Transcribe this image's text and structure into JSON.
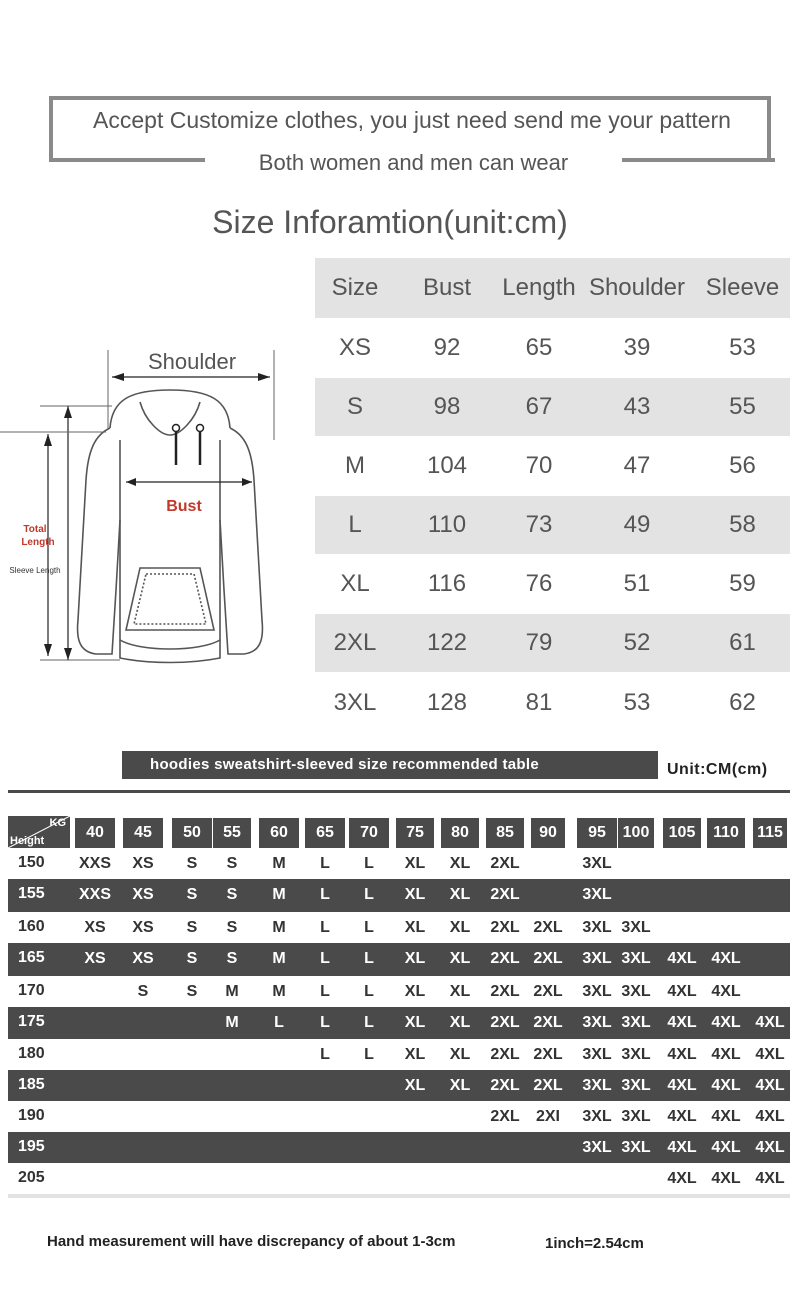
{
  "notice": {
    "line1": "Accept Customize clothes, you just need send me your pattern",
    "line2": "Both women and men can wear"
  },
  "size_info": {
    "title": "Size Inforamtion(unit:cm)",
    "headers": [
      "Size",
      "Bust",
      "Length",
      "Shoulder",
      "Sleeve"
    ],
    "rows": [
      [
        "XS",
        "92",
        "65",
        "39",
        "53"
      ],
      [
        "S",
        "98",
        "67",
        "43",
        "55"
      ],
      [
        "M",
        "104",
        "70",
        "47",
        "56"
      ],
      [
        "L",
        "110",
        "73",
        "49",
        "58"
      ],
      [
        "XL",
        "116",
        "76",
        "51",
        "59"
      ],
      [
        "2XL",
        "122",
        "79",
        "52",
        "61"
      ],
      [
        "3XL",
        "128",
        "81",
        "53",
        "62"
      ]
    ]
  },
  "diagram": {
    "shoulder": "Shoulder",
    "bust": "Bust",
    "total_length_1": "Total",
    "total_length_2": "Length",
    "sleeve_length": "Sleeve Length"
  },
  "recommend": {
    "banner": "hoodies sweatshirt-sleeved size recommended table",
    "unit": "Unit:CM(cm)",
    "corner_kg": "KG",
    "corner_height": "Height",
    "weights": [
      "40",
      "45",
      "50",
      "55",
      "60",
      "65",
      "70",
      "75",
      "80",
      "85",
      "90",
      "95",
      "100",
      "105",
      "110",
      "115"
    ],
    "rows": [
      {
        "height": "150",
        "cells": [
          "XXS",
          "XS",
          "S",
          "S",
          "M",
          "L",
          "L",
          "XL",
          "XL",
          "2XL",
          "",
          "3XL",
          "",
          "",
          "",
          ""
        ]
      },
      {
        "height": "155",
        "cells": [
          "XXS",
          "XS",
          "S",
          "S",
          "M",
          "L",
          "L",
          "XL",
          "XL",
          "2XL",
          "",
          "3XL",
          "",
          "",
          "",
          ""
        ]
      },
      {
        "height": "160",
        "cells": [
          "XS",
          "XS",
          "S",
          "S",
          "M",
          "L",
          "L",
          "XL",
          "XL",
          "2XL",
          "2XL",
          "3XL",
          "3XL",
          "",
          "",
          ""
        ]
      },
      {
        "height": "165",
        "cells": [
          "XS",
          "XS",
          "S",
          "S",
          "M",
          "L",
          "L",
          "XL",
          "XL",
          "2XL",
          "2XL",
          "3XL",
          "3XL",
          "4XL",
          "4XL",
          ""
        ]
      },
      {
        "height": "170",
        "cells": [
          "",
          "S",
          "S",
          "M",
          "M",
          "L",
          "L",
          "XL",
          "XL",
          "2XL",
          "2XL",
          "3XL",
          "3XL",
          "4XL",
          "4XL",
          ""
        ]
      },
      {
        "height": "175",
        "cells": [
          "",
          "",
          "",
          "M",
          "L",
          "L",
          "L",
          "XL",
          "XL",
          "2XL",
          "2XL",
          "3XL",
          "3XL",
          "4XL",
          "4XL",
          "4XL"
        ]
      },
      {
        "height": "180",
        "cells": [
          "",
          "",
          "",
          "",
          "",
          "L",
          "L",
          "XL",
          "XL",
          "2XL",
          "2XL",
          "3XL",
          "3XL",
          "4XL",
          "4XL",
          "4XL"
        ]
      },
      {
        "height": "185",
        "cells": [
          "",
          "",
          "",
          "",
          "",
          "",
          "",
          "XL",
          "XL",
          "2XL",
          "2XL",
          "3XL",
          "3XL",
          "4XL",
          "4XL",
          "4XL"
        ]
      },
      {
        "height": "190",
        "cells": [
          "",
          "",
          "",
          "",
          "",
          "",
          "",
          "",
          "",
          "2XL",
          "2XI",
          "3XL",
          "3XL",
          "4XL",
          "4XL",
          "4XL"
        ]
      },
      {
        "height": "195",
        "cells": [
          "",
          "",
          "",
          "",
          "",
          "",
          "",
          "",
          "",
          "",
          "",
          "3XL",
          "3XL",
          "4XL",
          "4XL",
          "4XL"
        ]
      },
      {
        "height": "205",
        "cells": [
          "",
          "",
          "",
          "",
          "",
          "",
          "",
          "",
          "",
          "",
          "",
          "",
          "",
          "4XL",
          "4XL",
          "4XL"
        ]
      }
    ]
  },
  "footer": {
    "note": "Hand measurement will have discrepancy of about  1-3cm",
    "inch": "1inch=2.54cm"
  },
  "colors": {
    "dark_band": "#4a4a4a",
    "light_band": "#e3e3e3",
    "text": "#555555",
    "bust_label": "#c0392b"
  }
}
